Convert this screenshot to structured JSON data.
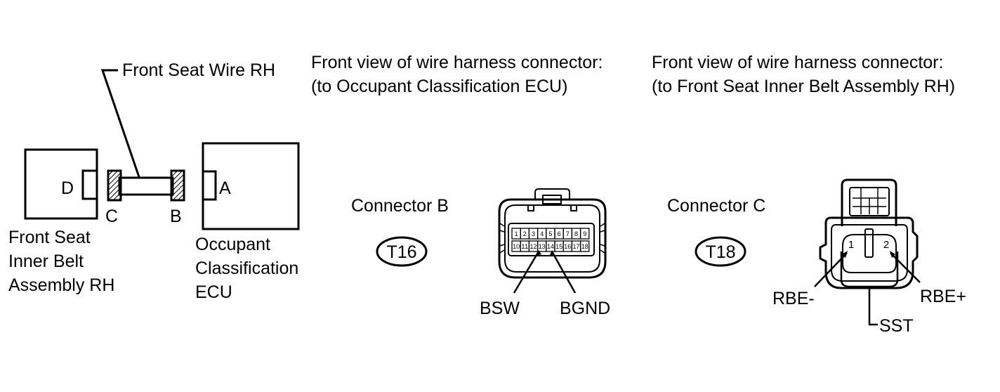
{
  "wiring": {
    "wire_label": "Front Seat Wire RH",
    "belt_box": {
      "letter": "D",
      "label_lines": [
        "Front Seat",
        "Inner Belt",
        "Assembly RH"
      ]
    },
    "ecu_box": {
      "letter": "A",
      "label_lines": [
        "Occupant",
        "Classification",
        "ECU"
      ]
    },
    "plug_left": "C",
    "plug_right": "B"
  },
  "connector_b": {
    "heading_lines": [
      "Front view of wire harness connector:",
      "(to Occupant Classification ECU)"
    ],
    "name": "Connector B",
    "code": "T16",
    "pins_top": [
      "1",
      "2",
      "3",
      "4",
      "5",
      "6",
      "7",
      "8",
      "9"
    ],
    "pins_bottom": [
      "10",
      "11",
      "12",
      "13",
      "14",
      "15",
      "16",
      "17",
      "18"
    ],
    "terminals": [
      "BSW",
      "BGND"
    ]
  },
  "connector_c": {
    "heading_lines": [
      "Front view of wire harness connector:",
      "(to Front Seat Inner Belt Assembly RH)"
    ],
    "name": "Connector C",
    "code": "T18",
    "pins": [
      "1",
      "2"
    ],
    "terminals": [
      "RBE-",
      "SST",
      "RBE+"
    ]
  }
}
